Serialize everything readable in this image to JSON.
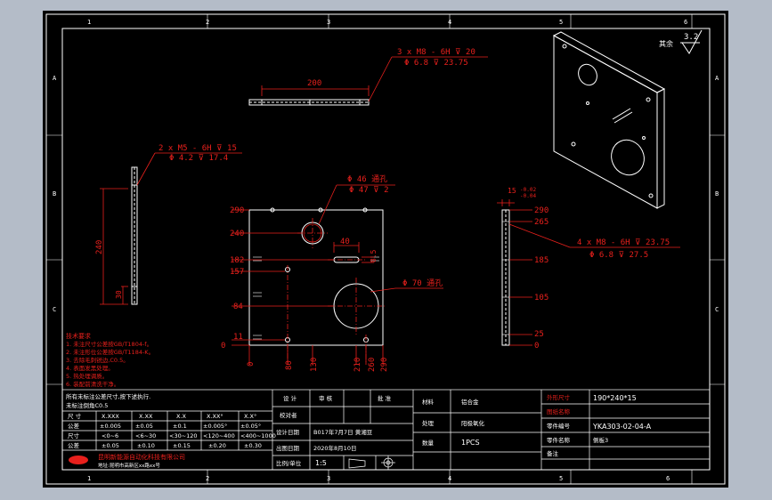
{
  "border": {
    "top_zones": [
      "1",
      "2",
      "3",
      "4",
      "5",
      "6"
    ],
    "bottom_zones": [
      "1",
      "2",
      "3",
      "4",
      "5",
      "6"
    ],
    "side_zones": [
      "A",
      "B",
      "C"
    ]
  },
  "roughness": {
    "label": "其余",
    "value": "3.2"
  },
  "top_view": {
    "callout_line1": "3 x  M8 - 6H  ⊽ 20",
    "callout_line2": "Φ  6.8  ⊽ 23.75",
    "dim": "200"
  },
  "side_left": {
    "callout_line1": "2 x  M5 - 6H  ⊽ 15",
    "callout_line2": "Φ  4.2  ⊽ 17.4",
    "dim_height": "240",
    "dim_small": "30"
  },
  "front_view": {
    "hole1_line1": "Φ 46 通孔",
    "hole1_line2": "Φ 47 ⊽ 2",
    "slot_width": "40",
    "slot_height": "8.5",
    "hole2": "Φ 70 通孔",
    "y_dims": [
      "290",
      "240",
      "182",
      "157",
      "84",
      "11",
      "0"
    ],
    "x_dims": [
      "0",
      "80",
      "130",
      "210",
      "260",
      "290"
    ]
  },
  "side_right": {
    "tol_top": "-0.02",
    "tol_bot": "-0.04",
    "thickness": "15",
    "callout_line1": "4 x  M8 - 6H  ⊽ 23.75",
    "callout_line2": "Φ  6.8  ⊽ 27.5",
    "y_dims": [
      "290",
      "265",
      "185",
      "105",
      "25",
      "0"
    ]
  },
  "notes": {
    "title": "技术要求",
    "lines": [
      "1. 未注尺寸公差按GB/T1804-f。",
      "2. 未注形位公差按GB/T1184-K。",
      "3. 去除毛刺锐边,C0.5。",
      "4. 表面发黑处理。",
      "5. 热处理调质。",
      "6. 装配前清洗干净。"
    ]
  },
  "tolerance_table": {
    "note1": "所有未标注公差尺寸,按下述执行.",
    "note2": "未标注倒角C0.5",
    "headers": [
      "尺 寸",
      "X.XXX",
      "X.XX",
      "X.X",
      "X.XX°",
      "X.X°"
    ],
    "rows": [
      [
        "公差",
        "±0.005",
        "±0.05",
        "±0.1",
        "±0.005°",
        "±0.05°"
      ],
      [
        "尺寸",
        "<0~6",
        "<6~30",
        "<30~120",
        "<120~400",
        "<400~1000"
      ],
      [
        "公差",
        "±0.05",
        "±0.10",
        "±0.15",
        "±0.20",
        "±0.30"
      ]
    ],
    "company": "昆明新能源自动化科技有限公司",
    "address": "地址:昆明市高新区xx路xx号"
  },
  "title_block": {
    "design_label": "设 计",
    "checker_label": "审 核",
    "approve_label": "批 准",
    "proofread_label": "校对者",
    "drawer_label": "设计日期",
    "date_label": "出图日期",
    "scale_label": "比例/单位",
    "drawer_value": "B017年7月7日 黄湘豆",
    "date_value": "2020年8月10日",
    "scale_value": "1:5",
    "material_label": "材料",
    "material_value": "铝合金",
    "surface_label": "处理",
    "surface_value": "阳极氧化",
    "qty_label": "数量",
    "qty_value": "1PCS",
    "size_label": "外形尺寸",
    "size_value": "190*240*15",
    "name_label": "图纸名称",
    "code_label": "零件编号",
    "code_value": "YKA303-02-04-A",
    "partname_label": "零件名称",
    "partname_value": "侧板3",
    "remark_label": "备注"
  }
}
